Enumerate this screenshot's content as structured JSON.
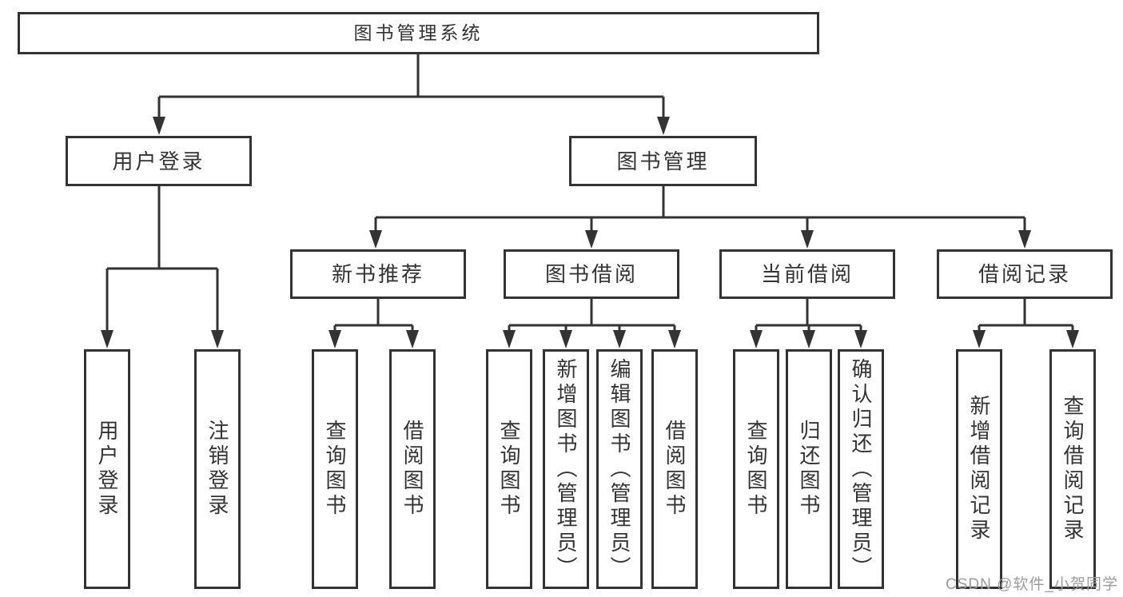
{
  "tree": {
    "root": {
      "label": "图书管理系统"
    },
    "branches": [
      {
        "label": "用户登录",
        "children": [
          {
            "label": "用户登录"
          },
          {
            "label": "注销登录"
          }
        ]
      },
      {
        "label": "图书管理",
        "children": [
          {
            "label": "新书推荐",
            "children": [
              {
                "label": "查询图书"
              },
              {
                "label": "借阅图书"
              }
            ]
          },
          {
            "label": "图书借阅",
            "children": [
              {
                "label": "查询图书"
              },
              {
                "label": "新增图书（管理员）"
              },
              {
                "label": "编辑图书（管理员）"
              },
              {
                "label": "借阅图书"
              }
            ]
          },
          {
            "label": "当前借阅",
            "children": [
              {
                "label": "查询图书"
              },
              {
                "label": "归还图书"
              },
              {
                "label": "确认归还（管理员）"
              }
            ]
          },
          {
            "label": "借阅记录",
            "children": [
              {
                "label": "新增借阅记录"
              },
              {
                "label": "查询借阅记录"
              }
            ]
          }
        ]
      }
    ]
  },
  "watermark": {
    "text": "CSDN @软件_小贺同学"
  },
  "colors": {
    "line": "#333333",
    "box_border": "#333333",
    "text": "#333333",
    "background": "#ffffff",
    "watermark": "#9b9b9b"
  }
}
